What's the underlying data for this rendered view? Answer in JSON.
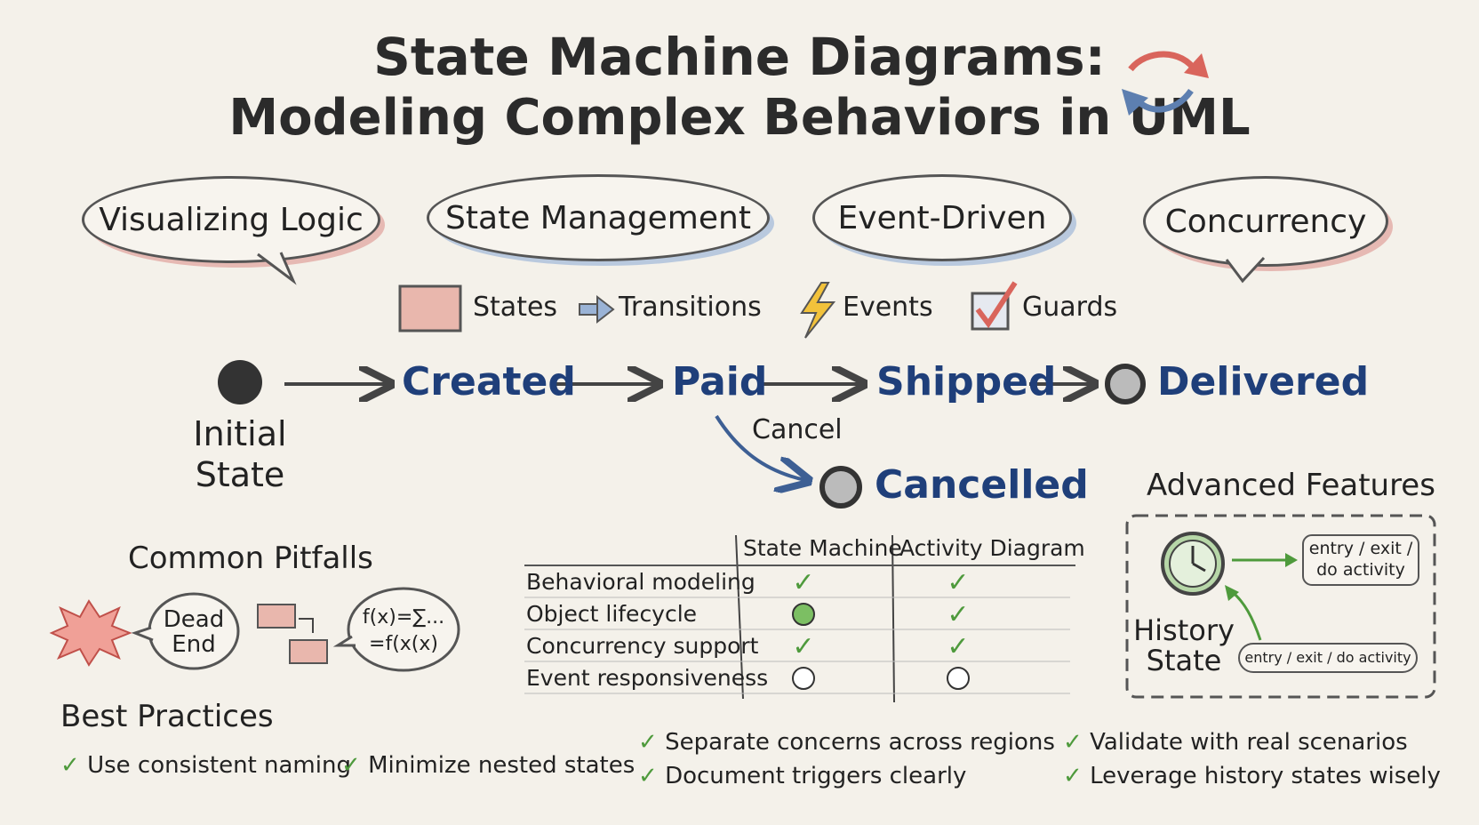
{
  "title": {
    "line1": "State Machine Diagrams:",
    "line2": "Modeling Complex Behaviors in UML"
  },
  "bubbles": [
    "Visualizing Logic",
    "State Management",
    "Event-Driven",
    "Concurrency"
  ],
  "legend": {
    "states": "States",
    "transitions": "Transitions",
    "events": "Events",
    "guards": "Guards"
  },
  "flow": {
    "initial_label_1": "Initial",
    "initial_label_2": "State",
    "created": "Created",
    "paid": "Paid",
    "shipped": "Shipped",
    "delivered": "Delivered",
    "cancel_label": "Cancel",
    "cancelled": "Cancelled"
  },
  "pitfalls": {
    "heading": "Common Pitfalls",
    "dead_end_1": "Dead",
    "dead_end_2": "End",
    "formula_1": "f(x)=∑...",
    "formula_2": "=f(x(x)"
  },
  "comparison": {
    "columns": [
      "State Machine",
      "Activity Diagram"
    ],
    "rows": [
      {
        "label": "Behavioral modeling",
        "state_machine": "check",
        "activity": "check"
      },
      {
        "label": "Object lifecycle",
        "state_machine": "filled",
        "activity": "check"
      },
      {
        "label": "Concurrency support",
        "state_machine": "check",
        "activity": "check"
      },
      {
        "label": "Event responsiveness",
        "state_machine": "empty",
        "activity": "empty"
      }
    ]
  },
  "advanced": {
    "heading": "Advanced Features",
    "history_1": "History",
    "history_2": "State",
    "entry_box_1": "entry / exit /",
    "entry_box_2": "do activity",
    "entry_pill": "entry / exit / do activity"
  },
  "best_practices": {
    "heading": "Best Practices",
    "items": [
      "Use consistent naming",
      "Minimize nested states",
      "Separate concerns across regions",
      "Document triggers clearly",
      "Validate with real scenarios",
      "Leverage history states wisely"
    ]
  },
  "colors": {
    "state_text": "#1f3f7a",
    "check": "#4e9a3c",
    "accent_red": "#d9655c",
    "accent_blue": "#5d7fb0",
    "background": "#f4f1ea"
  }
}
